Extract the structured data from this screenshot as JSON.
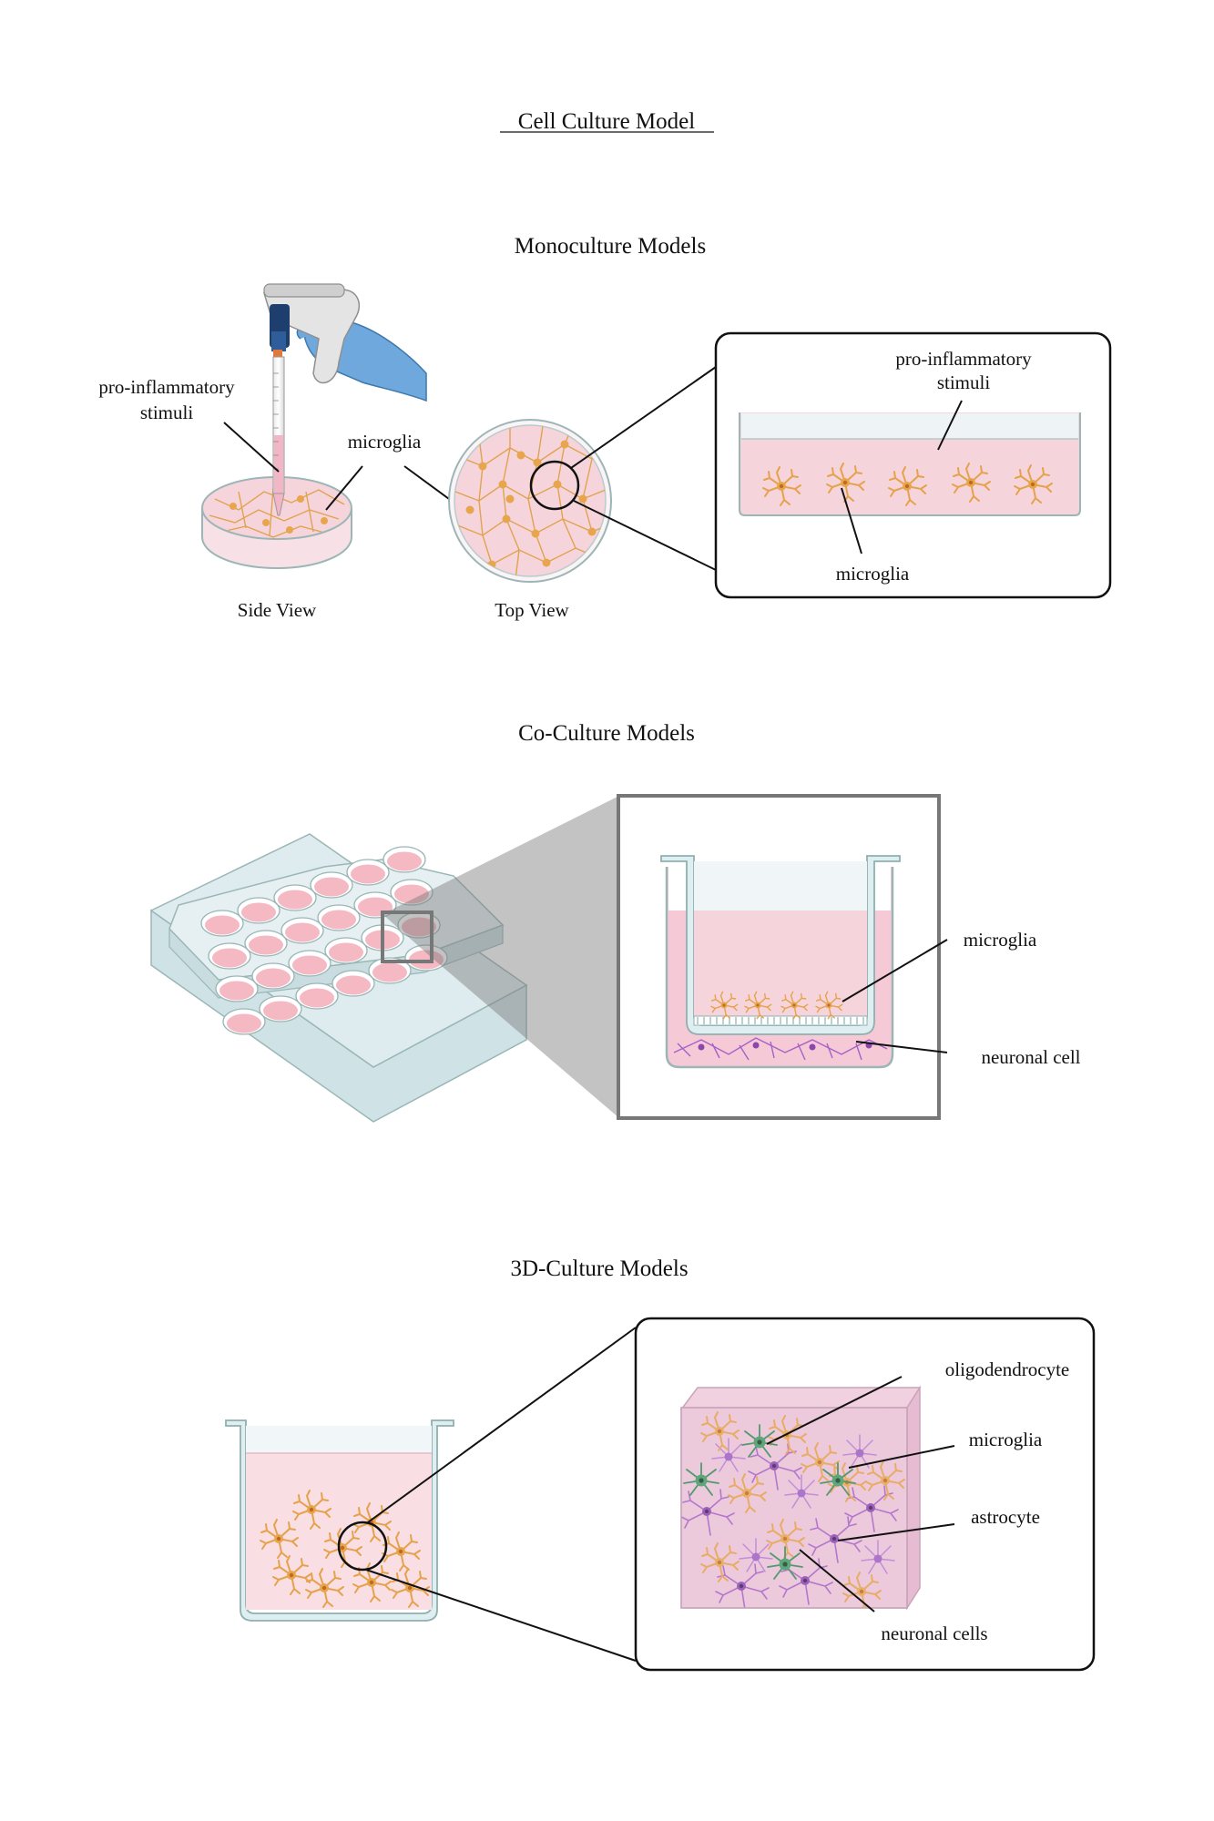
{
  "title": "Cell Culture Model",
  "monoculture": {
    "heading": "Monoculture Models",
    "side_label_stimuli_line1": "pro-inflammatory",
    "side_label_stimuli_line2": "stimuli",
    "label_microglia": "microglia",
    "side_view_caption": "Side View",
    "top_view_caption": "Top View",
    "zoom_label_stimuli_line1": "pro-inflammatory",
    "zoom_label_stimuli_line2": "stimuli",
    "zoom_label_microglia": "microglia"
  },
  "coculture": {
    "heading": "Co-Culture Models",
    "label_microglia": "microglia",
    "label_neuronal": "neuronal cell"
  },
  "culture3d": {
    "heading": "3D-Culture Models",
    "label_oligodendrocyte": "oligodendrocyte",
    "label_microglia": "microglia",
    "label_astrocyte": "astrocyte",
    "label_neuronal": "neuronal cells"
  },
  "colors": {
    "medium_pink": "#f6d4dc",
    "microglia_orange": "#e7a64e",
    "neuron_purple": "#a561c7",
    "oligodendrocyte_green": "#2f8a55",
    "glove_blue": "#6fa8dc",
    "dish_outline": "#a9c3c3"
  }
}
